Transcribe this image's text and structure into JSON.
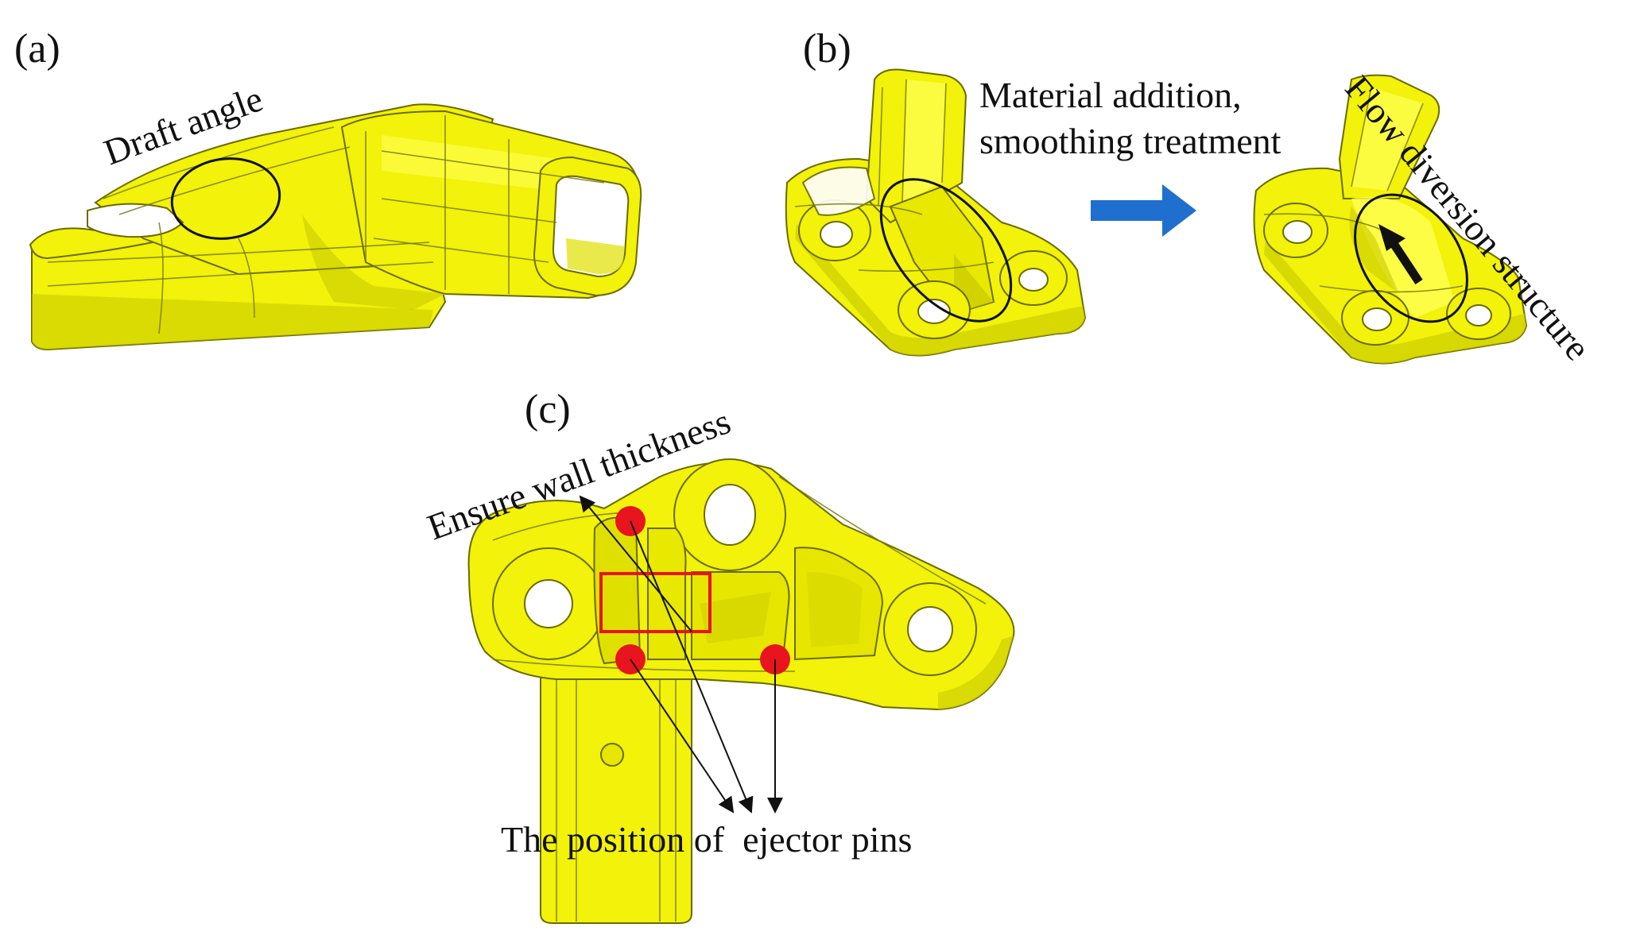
{
  "panels": {
    "a": {
      "label": "(a)",
      "annotation": "Draft angle"
    },
    "b": {
      "label": "(b)",
      "annotation_line1": "Material addition,",
      "annotation_line2": "smoothing treatment",
      "annotation_flow": "Flow diversion structure"
    },
    "c": {
      "label": "(c)",
      "annotation_wall": "Ensure wall thickness",
      "annotation_pins": "The position of  ejector pins"
    }
  },
  "colors": {
    "part": "#f2f20a",
    "part_shade": "#c9c900",
    "arrow": "#1f6fcf",
    "ejector_pin": "#e8141e",
    "highlight_box": "#e8141e"
  },
  "icons": {
    "process_arrow": "arrow-right-icon",
    "flow_arrow": "arrow-up-left-icon",
    "ejector_pin_marker": "circle-marker-icon"
  }
}
